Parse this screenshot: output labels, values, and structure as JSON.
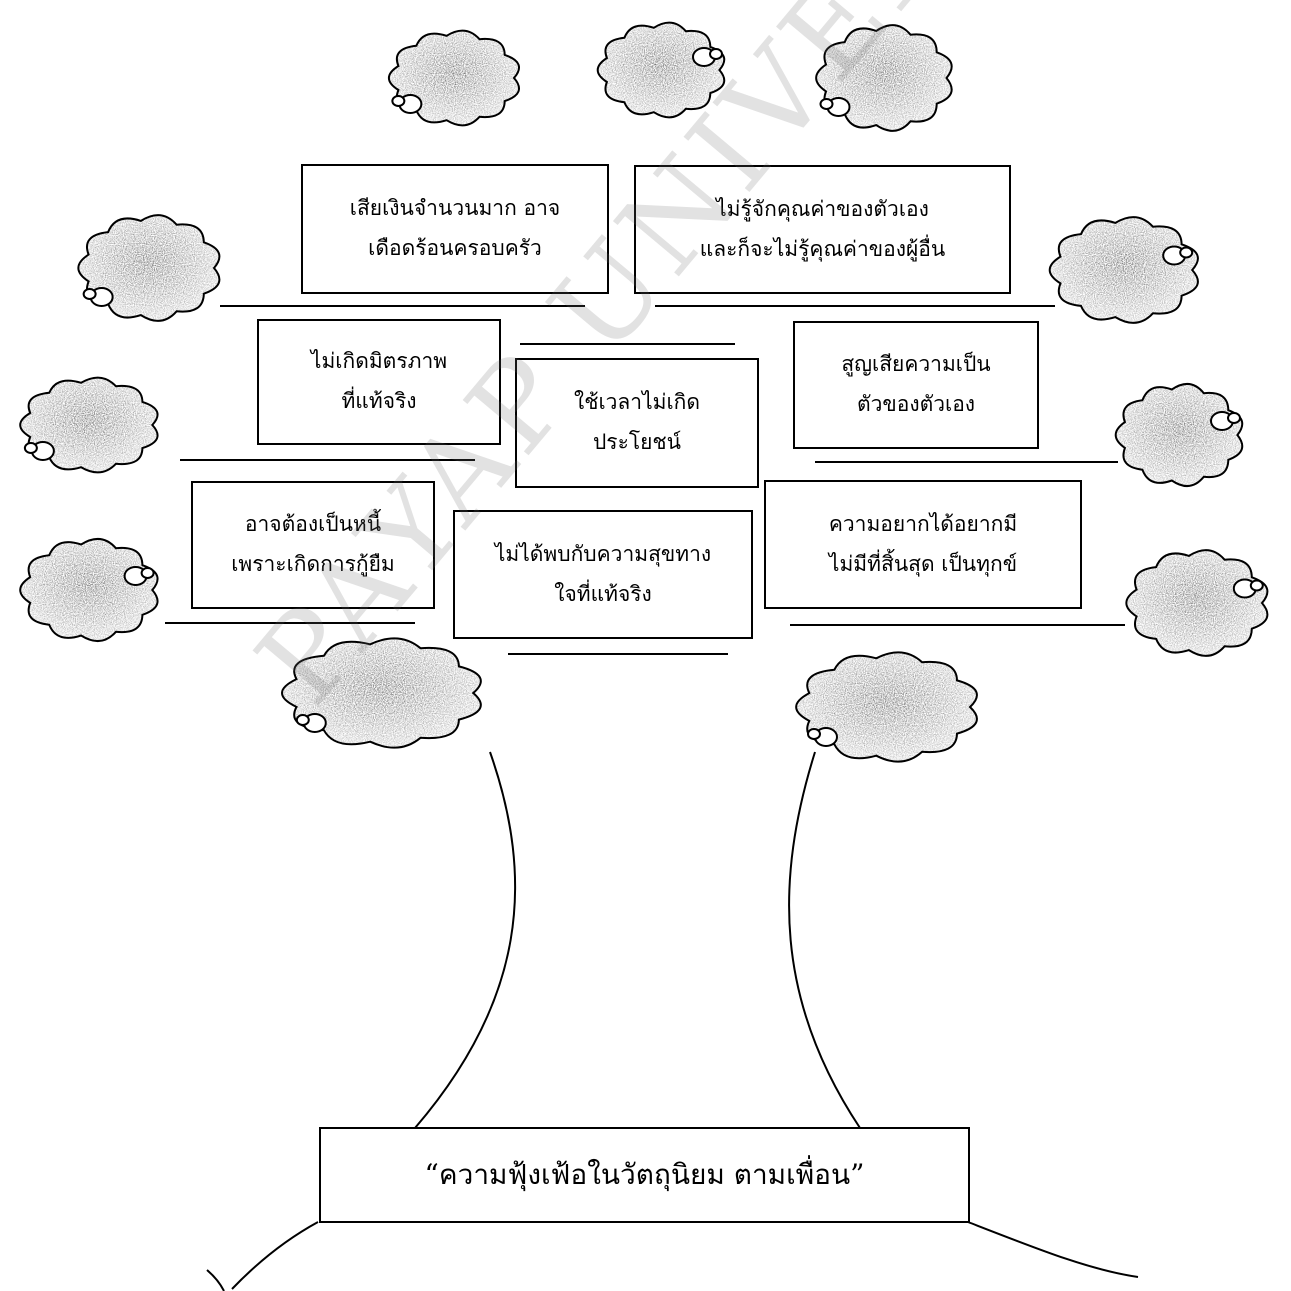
{
  "diagram": {
    "root": {
      "text": "“ความฟุ้งเฟ้อในวัตถุนิยม ตามเพื่อน”"
    },
    "effects": [
      {
        "id": "spend-money",
        "lines": [
          "เสียเงินจำนวนมาก อาจ",
          "เดือดร้อนครอบครัว"
        ]
      },
      {
        "id": "self-worth",
        "lines": [
          "ไม่รู้จักคุณค่าของตัวเอง",
          "และก็จะไม่รู้คุณค่าของผู้อื่น"
        ]
      },
      {
        "id": "friendship",
        "lines": [
          "ไม่เกิดมิตรภาพ",
          "ที่แท้จริง"
        ]
      },
      {
        "id": "wasted-time",
        "lines": [
          "ใช้เวลาไม่เกิด",
          "ประโยชน์"
        ]
      },
      {
        "id": "identity",
        "lines": [
          "สูญเสียความเป็น",
          "ตัวของตัวเอง"
        ]
      },
      {
        "id": "debt",
        "lines": [
          "อาจต้องเป็นหนี้",
          "เพราะเกิดการกู้ยืม"
        ]
      },
      {
        "id": "happiness",
        "lines": [
          "ไม่ได้พบกับความสุขทาง",
          "ใจที่แท้จริง"
        ]
      },
      {
        "id": "desire",
        "lines": [
          "ความอยากได้อยากมี",
          "ไม่มีที่สิ้นสุด เป็นทุกข์"
        ]
      }
    ]
  },
  "watermark": {
    "text": "PAYAP UNIVERSITY"
  },
  "colors": {
    "ink": "#000000",
    "foliage_dark": "#2a2a2a",
    "foliage_mid": "#7a7a7a",
    "foliage_light": "#c4c4c4",
    "watermark": "#6e6e6e"
  },
  "icons": {
    "foliage": "cloud-leaf-icon"
  }
}
